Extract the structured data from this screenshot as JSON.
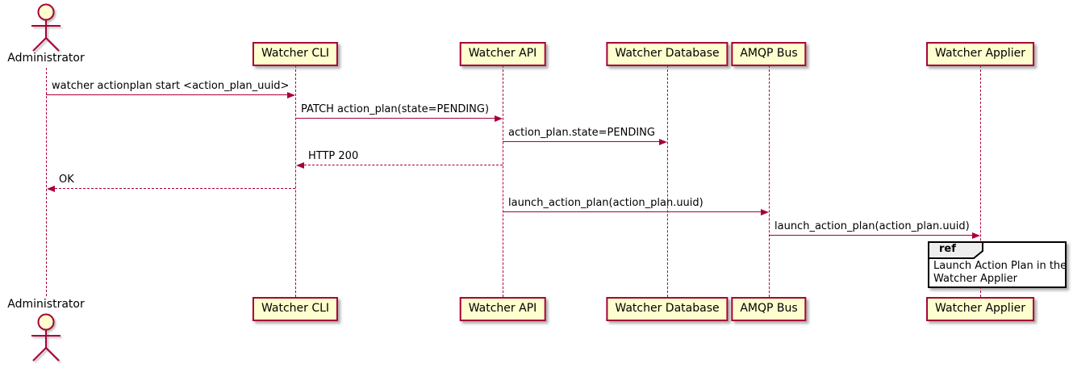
{
  "diagram_type": "sequence",
  "participants": [
    {
      "id": "administrator",
      "label": "Administrator",
      "kind": "actor"
    },
    {
      "id": "watcher-cli",
      "label": "Watcher CLI",
      "kind": "participant"
    },
    {
      "id": "watcher-api",
      "label": "Watcher API",
      "kind": "participant"
    },
    {
      "id": "watcher-database",
      "label": "Watcher Database",
      "kind": "participant"
    },
    {
      "id": "amqp-bus",
      "label": "AMQP Bus",
      "kind": "participant"
    },
    {
      "id": "watcher-applier",
      "label": "Watcher Applier",
      "kind": "participant"
    }
  ],
  "messages": [
    {
      "from": "administrator",
      "to": "watcher-cli",
      "label": "watcher actionplan start <action_plan_uuid>",
      "line": "solid"
    },
    {
      "from": "watcher-cli",
      "to": "watcher-api",
      "label": "PATCH action_plan(state=PENDING)",
      "line": "solid"
    },
    {
      "from": "watcher-api",
      "to": "watcher-database",
      "label": "action_plan.state=PENDING",
      "line": "solid"
    },
    {
      "from": "watcher-api",
      "to": "watcher-cli",
      "label": "HTTP 200",
      "line": "dashed"
    },
    {
      "from": "watcher-cli",
      "to": "administrator",
      "label": "OK",
      "line": "dashed"
    },
    {
      "from": "watcher-api",
      "to": "amqp-bus",
      "label": "launch_action_plan(action_plan.uuid)",
      "line": "solid"
    },
    {
      "from": "amqp-bus",
      "to": "watcher-applier",
      "label": "launch_action_plan(action_plan.uuid)",
      "line": "solid"
    }
  ],
  "ref": {
    "keyword": "ref",
    "line1": "Launch Action Plan in the",
    "line2": "Watcher Applier",
    "over": "watcher-applier"
  },
  "colors": {
    "participant_fill": "#FEFECE",
    "participant_border": "#A80036",
    "arrow": "#A80036",
    "lifeline": "#A80036",
    "text": "#000000",
    "ref_header_fill": "#EEEEEE",
    "ref_border": "#000000",
    "background": "#FFFFFF"
  }
}
